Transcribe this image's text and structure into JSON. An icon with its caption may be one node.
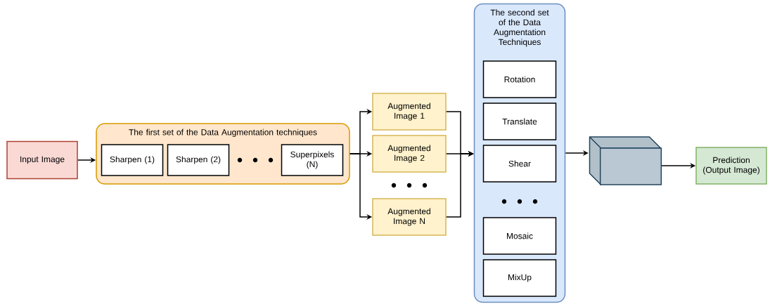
{
  "diagram": {
    "nodes": [
      {
        "text": [
          "Input Image"
        ]
      },
      {
        "text": [
          "The first set of the Data Augmentation techniques"
        ]
      },
      {
        "text": [
          "Sharpen (1)"
        ],
        "in": 1
      },
      {
        "text": [
          "Sharpen (2)"
        ],
        "in": 1
      },
      {
        "text": [
          "Superpixels (N)"
        ],
        "in": 1
      },
      {
        "text": [
          "Augmented Image 1"
        ]
      },
      {
        "text": [
          "Augmented Image 2"
        ]
      },
      {
        "text": [
          "Augmented Image N"
        ]
      },
      {
        "text": [
          "The second set of the Data Augmentation Techniques"
        ]
      },
      {
        "text": [
          "Rotation"
        ],
        "in": 8
      },
      {
        "text": [
          "Translate"
        ],
        "in": 8
      },
      {
        "text": [
          "Shear"
        ],
        "in": 8
      },
      {
        "text": [
          "Mosaic"
        ],
        "in": 8
      },
      {
        "text": [
          "MixUp"
        ],
        "in": 8
      },
      {
        "text": [],
        "shape": "cube"
      },
      {
        "text": [
          "Prediction (Output Image)"
        ]
      }
    ],
    "edges": [
      {
        "from": 0,
        "to": 1,
        "arrow": "to"
      },
      {
        "from": 1,
        "to": 5,
        "arrow": "to"
      },
      {
        "from": 1,
        "to": 6,
        "arrow": "to"
      },
      {
        "from": 1,
        "to": 7,
        "arrow": "to"
      },
      {
        "from": 5,
        "to": 8,
        "arrow": "to"
      },
      {
        "from": 6,
        "to": 8,
        "arrow": "to"
      },
      {
        "from": 7,
        "to": 8,
        "arrow": "to"
      },
      {
        "from": 8,
        "to": 14,
        "arrow": "to"
      },
      {
        "from": 14,
        "to": 15,
        "arrow": "to"
      }
    ]
  }
}
